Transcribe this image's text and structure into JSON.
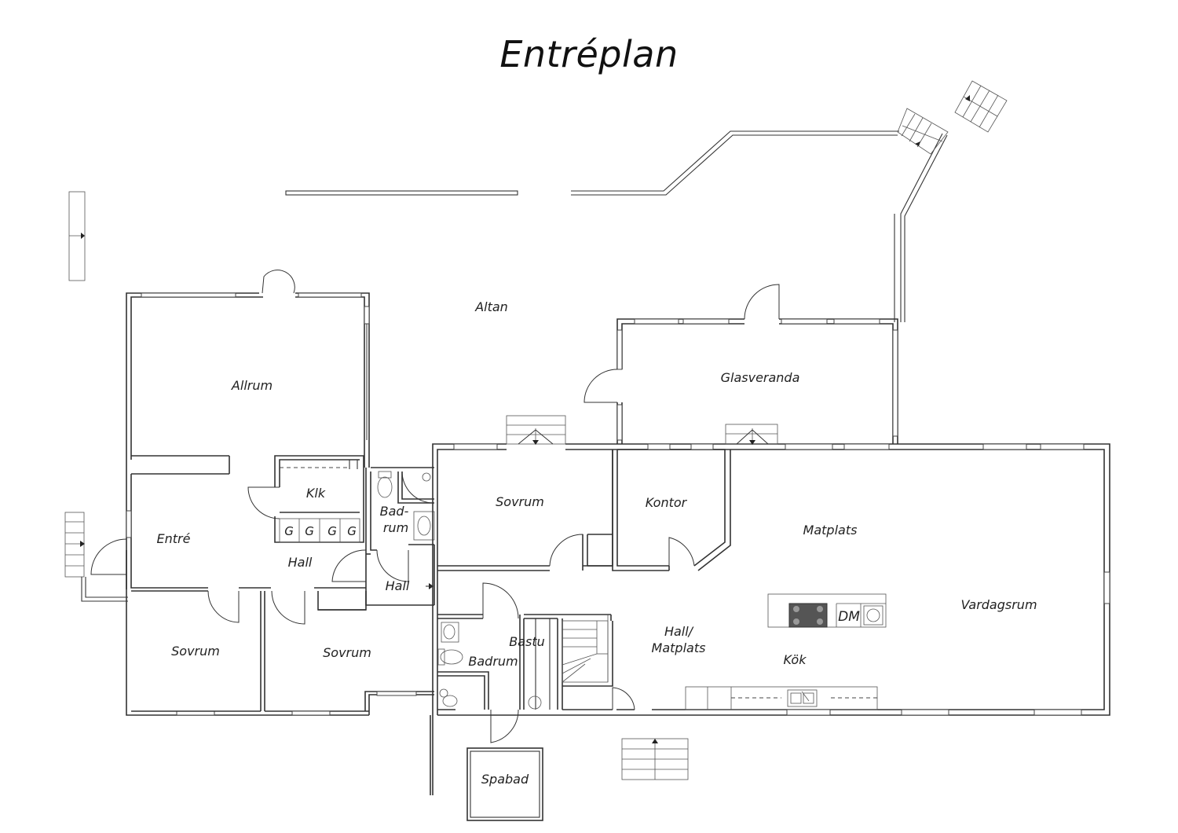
{
  "title": "Entréplan",
  "rooms": {
    "altan": "Altan",
    "allrum": "Allrum",
    "glasveranda": "Glasveranda",
    "klk": "Klk",
    "badrum_upper_1": "Bad-",
    "badrum_upper_2": "rum",
    "entre": "Entré",
    "hall_left": "Hall",
    "hall_mid": "Hall",
    "sovrum_mid": "Sovrum",
    "kontor": "Kontor",
    "matplats": "Matplats",
    "vardagsrum": "Vardagsrum",
    "sovrum_left": "Sovrum",
    "sovrum_center": "Sovrum",
    "bastu": "Bastu",
    "badrum_lower": "Badrum",
    "hall_matplats_1": "Hall/",
    "hall_matplats_2": "Matplats",
    "kok": "Kök",
    "spabad": "Spabad"
  },
  "fixtures": {
    "wardrobe": [
      "G",
      "G",
      "G",
      "G"
    ],
    "dishwasher": "DM"
  }
}
